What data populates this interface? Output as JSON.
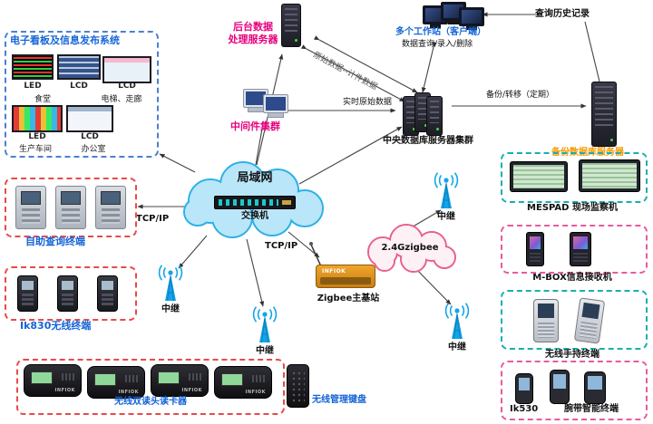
{
  "kanban": {
    "title": "电子看板及信息发布系统",
    "types": {
      "led": "LED",
      "lcd": "LCD"
    },
    "captions": {
      "canteen": "食堂",
      "elevator": "电梯、走廊",
      "workshop": "生产车间",
      "office": "办公室"
    }
  },
  "top": {
    "backend_line1": "后台数据",
    "backend_line2": "处理服务器",
    "workstations": "多个工作站（客户端）",
    "workstations_sub": "数据查询/录入/删除",
    "history": "查询历史记录"
  },
  "servers": {
    "middleware": "中间件集群",
    "central": "中央数据库服务器集群",
    "backup": "备份数据库服务器"
  },
  "flows": {
    "raw_piece": "原始数据--计件数据",
    "realtime": "实时原始数据",
    "backup_transfer": "备份/转移（定期）",
    "tcpip": "TCP/IP"
  },
  "lan": {
    "name": "局域网",
    "switch": "交换机"
  },
  "zigbee": {
    "cloud": "2.4Gzigbee",
    "station": "Zigbee主基站",
    "brand": "INFIOK"
  },
  "relay": {
    "label": "中继"
  },
  "left": {
    "kiosk": "自助查询终端",
    "ik830": "Ik830无线终端"
  },
  "right": {
    "mespad": "MESPAD 现场监察机",
    "mbox": "M-BOX信息接收机",
    "handheld": "无线手持终端",
    "ik530": "Ik530",
    "wristband": "腕带智能终端"
  },
  "bottom": {
    "reader": "无线双读头读卡器",
    "keyboard": "无线管理键盘",
    "brand": "INFIOK"
  }
}
